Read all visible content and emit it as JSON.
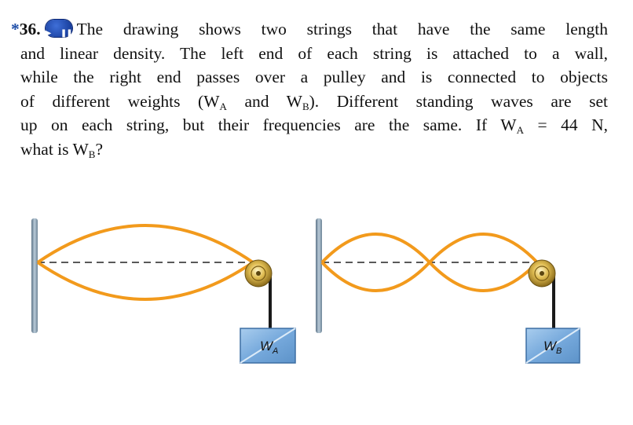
{
  "problem": {
    "star": "*",
    "number": "36.",
    "media_icon": "play-pause-icon",
    "lines": [
      "The drawing shows two strings that have the same length",
      "and linear density. The left end of each string is attached to a wall,",
      "while the right end passes over a pulley and is connected to objects",
      "of different weights (W",
      "up on each string, but their frequencies are the same. If W",
      "what is W"
    ],
    "line4_mid": " and W",
    "line4_end": "). Different standing waves are set",
    "line5_end": " = 44 N,",
    "line6_end": "?",
    "sub_a": "A",
    "sub_b": "B"
  },
  "figure": {
    "weight_a_label": "W",
    "weight_a_sub": "A",
    "weight_b_label": "W",
    "weight_b_sub": "B"
  },
  "colors": {
    "string": "#f29a1c",
    "wall": "#8fa6b8",
    "block": "#7fb1e0",
    "pulley": "#c9a33a"
  }
}
